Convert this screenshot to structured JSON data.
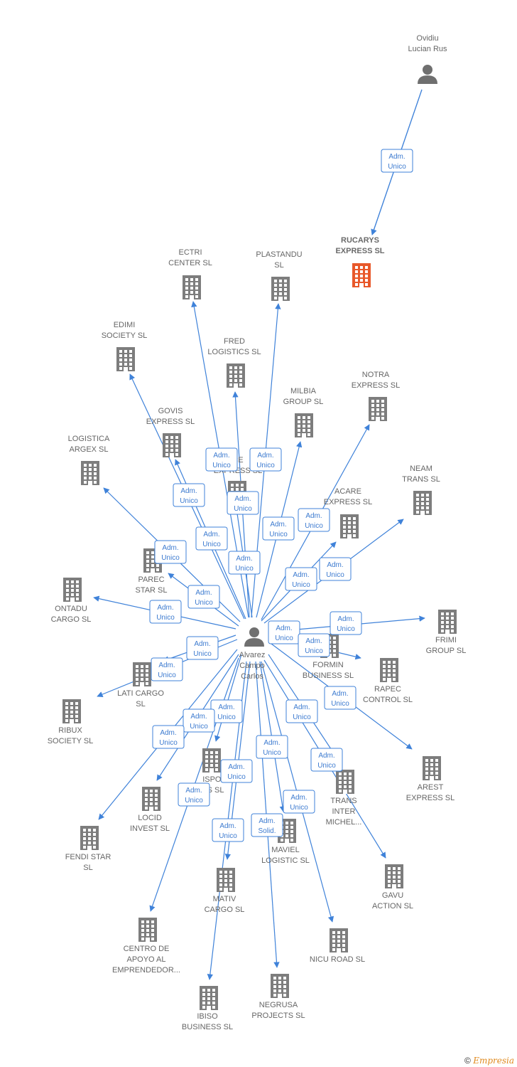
{
  "colors": {
    "edge": "#3f82d9",
    "company": "#7d7d7d",
    "highlight": "#e8582a",
    "person": "#6f6f6f"
  },
  "nodes": [
    {
      "id": "ovidiu",
      "type": "person",
      "label": [
        "Ovidiu",
        "Lucian Rus"
      ]
    },
    {
      "id": "alvarez",
      "type": "person",
      "label": [
        "Alvarez",
        "Campo",
        "Carlos"
      ]
    },
    {
      "id": "rucarys",
      "type": "company",
      "highlight": true,
      "label": [
        "RUCARYS",
        "EXPRESS  SL"
      ]
    },
    {
      "id": "ectri",
      "type": "company",
      "label": [
        "ECTRI",
        "CENTER  SL"
      ]
    },
    {
      "id": "plastandu",
      "type": "company",
      "label": [
        "PLASTANDU",
        "SL"
      ]
    },
    {
      "id": "edimi",
      "type": "company",
      "label": [
        "EDIMI",
        "SOCIETY  SL"
      ]
    },
    {
      "id": "fred",
      "type": "company",
      "label": [
        "FRED",
        "LOGISTICS  SL"
      ]
    },
    {
      "id": "notra",
      "type": "company",
      "label": [
        "NOTRA",
        "EXPRESS  SL"
      ]
    },
    {
      "id": "milbia",
      "type": "company",
      "label": [
        "MILBIA",
        "GROUP  SL"
      ]
    },
    {
      "id": "govis",
      "type": "company",
      "label": [
        "GOVIS",
        "EXPRESS  SL"
      ]
    },
    {
      "id": "logistica",
      "type": "company",
      "label": [
        "LOGISTICA",
        "ARGEX  SL"
      ]
    },
    {
      "id": "cexpress",
      "type": "company",
      "label": [
        "CE",
        "EXPRESS  SL"
      ]
    },
    {
      "id": "neam",
      "type": "company",
      "label": [
        "NEAM",
        "TRANS  SL"
      ]
    },
    {
      "id": "acare",
      "type": "company",
      "label": [
        "ACARE",
        "EXPRESS  SL"
      ]
    },
    {
      "id": "parec",
      "type": "company",
      "label": [
        "PAREC",
        "STAR  SL"
      ]
    },
    {
      "id": "ontadu",
      "type": "company",
      "label": [
        "ONTADU",
        "CARGO  SL"
      ]
    },
    {
      "id": "frimi",
      "type": "company",
      "label": [
        "FRIMI",
        "GROUP  SL"
      ]
    },
    {
      "id": "formin",
      "type": "company",
      "label": [
        "FORMIN",
        "BUSINESS  SL"
      ]
    },
    {
      "id": "rapec",
      "type": "company",
      "label": [
        "RAPEC",
        "CONTROL  SL"
      ]
    },
    {
      "id": "lati",
      "type": "company",
      "label": [
        "LATI CARGO",
        "SL"
      ]
    },
    {
      "id": "ribux",
      "type": "company",
      "label": [
        "RIBUX",
        "SOCIETY  SL"
      ]
    },
    {
      "id": "arest",
      "type": "company",
      "label": [
        "AREST",
        "EXPRESS  SL"
      ]
    },
    {
      "id": "ispos",
      "type": "company",
      "label": [
        "ISPOS",
        "IS  SL"
      ]
    },
    {
      "id": "locid",
      "type": "company",
      "label": [
        "LOCID",
        "INVEST  SL"
      ]
    },
    {
      "id": "trans",
      "type": "company",
      "label": [
        "TRANS",
        "INTER",
        "MICHEL..."
      ]
    },
    {
      "id": "fendi",
      "type": "company",
      "label": [
        "FENDI STAR",
        "SL"
      ]
    },
    {
      "id": "maviel",
      "type": "company",
      "label": [
        "MAVIEL",
        "LOGISTIC  SL"
      ]
    },
    {
      "id": "gavu",
      "type": "company",
      "label": [
        "GAVU",
        "ACTION  SL"
      ]
    },
    {
      "id": "mativ",
      "type": "company",
      "label": [
        "MATIV",
        "CARGO  SL"
      ]
    },
    {
      "id": "centro",
      "type": "company",
      "label": [
        "CENTRO DE",
        "APOYO AL",
        "EMPRENDEDOR..."
      ]
    },
    {
      "id": "nicu",
      "type": "company",
      "label": [
        "NICU ROAD  SL"
      ]
    },
    {
      "id": "negrusa",
      "type": "company",
      "label": [
        "NEGRUSA",
        "PROJECTS  SL"
      ]
    },
    {
      "id": "ibiso",
      "type": "company",
      "label": [
        "IBISO",
        "BUSINESS  SL"
      ]
    }
  ],
  "edges": [
    {
      "from": "ovidiu",
      "to": "rucarys",
      "role": [
        "Adm.",
        "Unico,..."
      ]
    },
    {
      "from": "alvarez",
      "to": "rucarys",
      "role": [
        "Adm.",
        "Unico"
      ]
    },
    {
      "from": "alvarez",
      "to": "ectri",
      "role": [
        "Adm.",
        "Unico"
      ]
    },
    {
      "from": "alvarez",
      "to": "plastandu",
      "role": [
        "Adm.",
        "Unico"
      ]
    },
    {
      "from": "alvarez",
      "to": "edimi",
      "role": [
        "Adm.",
        "Unico"
      ]
    },
    {
      "from": "alvarez",
      "to": "fred",
      "role": [
        "Adm.",
        "Unico"
      ]
    },
    {
      "from": "alvarez",
      "to": "notra",
      "role": [
        "Adm.",
        "Unico"
      ]
    },
    {
      "from": "alvarez",
      "to": "milbia",
      "role": [
        "Adm.",
        "Unico"
      ]
    },
    {
      "from": "alvarez",
      "to": "govis",
      "role": [
        "Adm.",
        "Unico"
      ]
    },
    {
      "from": "alvarez",
      "to": "logistica",
      "role": [
        "Adm.",
        "Unico"
      ]
    },
    {
      "from": "alvarez",
      "to": "cexpress",
      "role": [
        "Adm.",
        "Unico"
      ]
    },
    {
      "from": "alvarez",
      "to": "neam",
      "role": [
        "Adm.",
        "Unico"
      ]
    },
    {
      "from": "alvarez",
      "to": "acare",
      "role": [
        "Adm.",
        "Unico"
      ]
    },
    {
      "from": "alvarez",
      "to": "parec",
      "role": [
        "Adm.",
        "Unico"
      ]
    },
    {
      "from": "alvarez",
      "to": "ontadu",
      "role": [
        "Adm.",
        "Unico"
      ]
    },
    {
      "from": "alvarez",
      "to": "frimi",
      "role": [
        "Adm.",
        "Unico"
      ]
    },
    {
      "from": "alvarez",
      "to": "formin",
      "role": [
        "Adm.",
        "Unico"
      ]
    },
    {
      "from": "alvarez",
      "to": "rapec",
      "role": [
        "Adm.",
        "Unico"
      ]
    },
    {
      "from": "alvarez",
      "to": "lati",
      "role": [
        "Adm.",
        "Unico"
      ]
    },
    {
      "from": "alvarez",
      "to": "ribux",
      "role": [
        "Adm.",
        "Unico"
      ]
    },
    {
      "from": "alvarez",
      "to": "arest",
      "role": [
        "Adm.",
        "Unico"
      ]
    },
    {
      "from": "alvarez",
      "to": "ispos",
      "role": [
        "Adm.",
        "Unico"
      ]
    },
    {
      "from": "alvarez",
      "to": "locid",
      "role": [
        "Adm.",
        "Unico"
      ]
    },
    {
      "from": "alvarez",
      "to": "trans",
      "role": [
        "Adm.",
        "Unico"
      ]
    },
    {
      "from": "alvarez",
      "to": "fendi",
      "role": [
        "Adm.",
        "Unico"
      ]
    },
    {
      "from": "alvarez",
      "to": "maviel",
      "role": [
        "Adm.",
        "Unico"
      ]
    },
    {
      "from": "alvarez",
      "to": "gavu",
      "role": [
        "Adm.",
        "Unico"
      ]
    },
    {
      "from": "alvarez",
      "to": "mativ",
      "role": [
        "Adm.",
        "Unico"
      ]
    },
    {
      "from": "alvarez",
      "to": "centro",
      "role": [
        "Adm.",
        "Unico"
      ]
    },
    {
      "from": "alvarez",
      "to": "nicu",
      "role": [
        "Adm.",
        "Unico"
      ]
    },
    {
      "from": "alvarez",
      "to": "negrusa",
      "role": [
        "Adm.",
        "Solid."
      ]
    },
    {
      "from": "alvarez",
      "to": "ibiso",
      "role": [
        "Adm.",
        "Unico"
      ]
    }
  ],
  "footer": {
    "copyright": "©",
    "brand": "Empresia"
  }
}
